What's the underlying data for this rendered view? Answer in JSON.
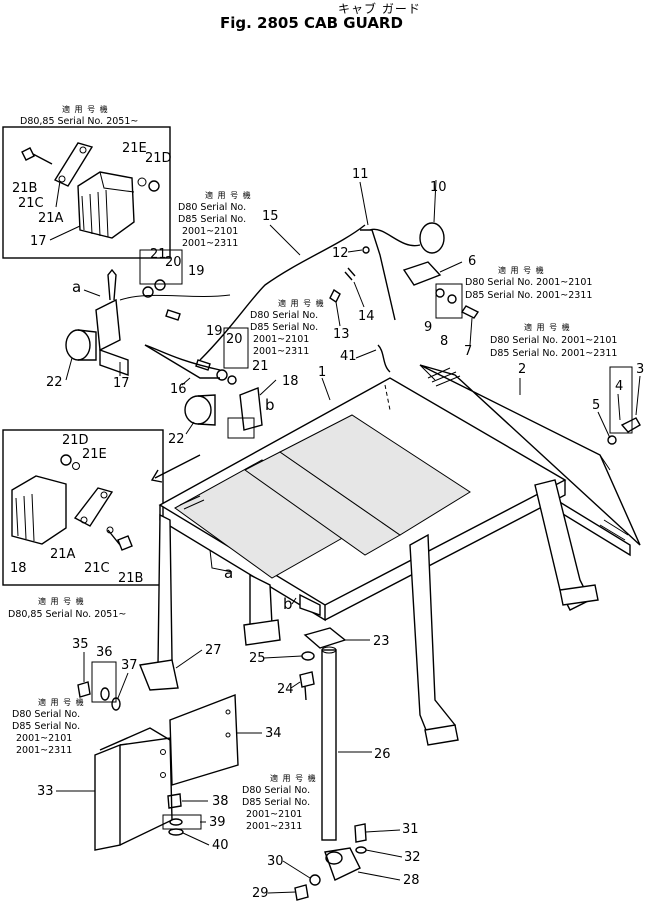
{
  "title": {
    "japanese": "キャブ ガード",
    "english": "Fig. 2805 CAB GUARD"
  },
  "applicability_notes": {
    "heading": "適 用 号 機",
    "d8085_2051": "D80,85 Serial No. 2051~",
    "d80_serial": "D80 Serial No.",
    "d85_serial": "D85 Serial No.",
    "range_2101": "2001~2101",
    "range_2311": "2001~2311",
    "d80_inline": "D80 Serial No. 2001~2101",
    "d85_inline": "D85 Serial No. 2001~2311"
  },
  "part_numbers": {
    "p1": "1",
    "p2": "2",
    "p3": "3",
    "p4": "4",
    "p5": "5",
    "p6": "6",
    "p7": "7",
    "p8": "8",
    "p9": "9",
    "p10": "10",
    "p11": "11",
    "p12": "12",
    "p13": "13",
    "p14": "14",
    "p15": "15",
    "p16": "16",
    "p17": "17",
    "p18": "18",
    "p19": "19",
    "p20": "20",
    "p21": "21",
    "p22": "22",
    "p23": "23",
    "p24": "24",
    "p25": "25",
    "p26": "26",
    "p27": "27",
    "p28": "28",
    "p29": "29",
    "p30": "30",
    "p31": "31",
    "p32": "32",
    "p33": "33",
    "p34": "34",
    "p35": "35",
    "p36": "36",
    "p37": "37",
    "p38": "38",
    "p39": "39",
    "p40": "40",
    "p41": "41",
    "p21a": "21A",
    "p21b": "21B",
    "p21c": "21C",
    "p21d": "21D",
    "p21e": "21E"
  },
  "reference_letters": {
    "a": "a",
    "b": "b"
  }
}
